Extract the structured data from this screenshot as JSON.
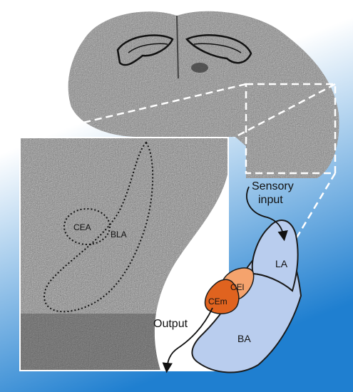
{
  "labels": {
    "cea": "CEA",
    "bla": "BLA",
    "sensory_input_line1": "Sensory",
    "sensory_input_line2": "input",
    "la": "LA",
    "cel": "CEl",
    "cem": "CEm",
    "ba": "BA",
    "output": "Output"
  },
  "colors": {
    "background_gradient_top": "#ffffff",
    "background_gradient_bottom": "#1f7fd0",
    "la_ba_fill": "#b9cdee",
    "cel_fill": "#f5a36d",
    "cem_fill": "#e0631f",
    "outline": "#1b1b1b",
    "tissue": "#9a9a9a",
    "dashed_line": "#ffffff"
  }
}
